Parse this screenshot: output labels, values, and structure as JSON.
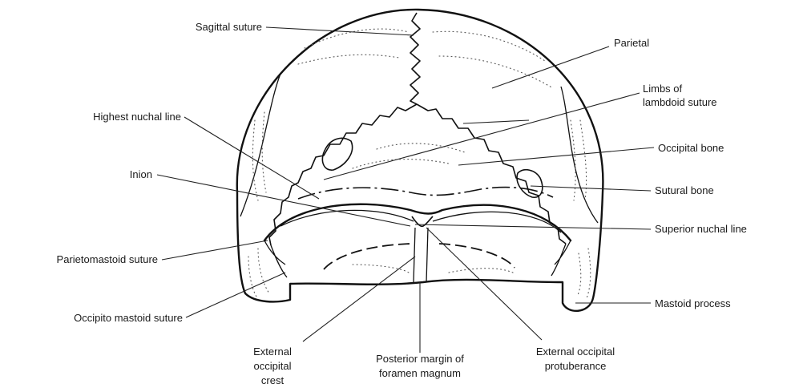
{
  "figure": {
    "labels": {
      "sagittal": "Sagittal suture",
      "parietal": "Parietal",
      "limbs_1": "Limbs of",
      "limbs_2": "lambdoid suture",
      "highest_nuchal": "Highest nuchal line",
      "occipital_bone": "Occipital bone",
      "inion": "Inion",
      "sutural_bone": "Sutural bone",
      "superior_nuchal": "Superior nuchal line",
      "parietomastoid": "Parietomastoid suture",
      "mastoid_process": "Mastoid process",
      "occipitomastoid": "Occipito mastoid suture",
      "ext_crest_1": "External",
      "ext_crest_2": "occipital",
      "ext_crest_3": "crest",
      "post_margin_1": "Posterior margin of",
      "post_margin_2": "foramen magnum",
      "ext_prot_1": "External occipital",
      "ext_prot_2": "protuberance"
    }
  }
}
